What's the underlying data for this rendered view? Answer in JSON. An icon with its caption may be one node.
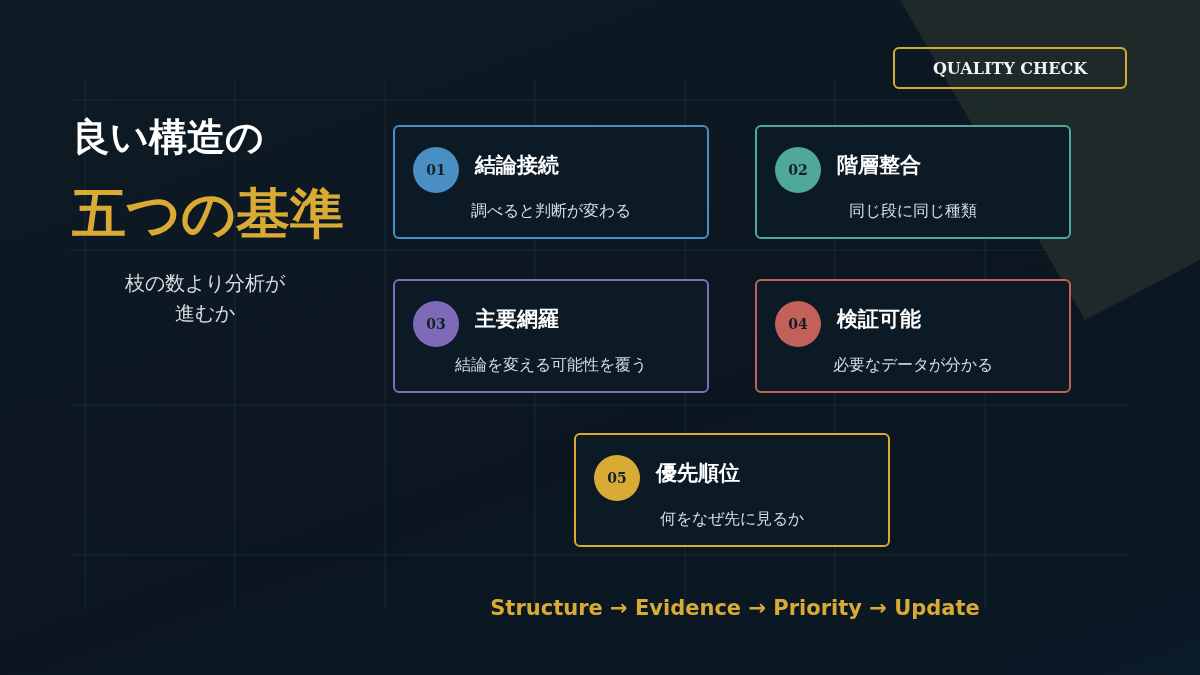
{
  "diagram": {
    "nodes": [
      {
        "text": [
          "01",
          "結論接続",
          "調べると判断が変わる"
        ]
      },
      {
        "text": [
          "02",
          "階層整合",
          "同じ段に同じ種類"
        ]
      },
      {
        "text": [
          "03",
          "主要網羅",
          "結論を変える可能性を覆う"
        ]
      },
      {
        "text": [
          "04",
          "検証可能",
          "必要なデータが分かる"
        ]
      },
      {
        "text": [
          "05",
          "優先順位",
          "何をなぜ先に見るか"
        ]
      }
    ],
    "edges": [],
    "labels": [
      "QUALITY CHECK",
      "良い構造の",
      "五つの基準",
      "枝の数より分析が進むか",
      "Structure → Evidence → Priority → Update"
    ]
  }
}
